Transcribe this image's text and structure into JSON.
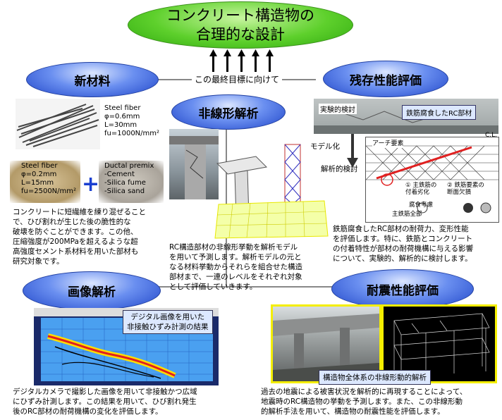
{
  "goal": {
    "line1": "コンクリート構造物の",
    "line2": "合理的な設計"
  },
  "toward_goal": "この最終目標に向けて",
  "topics": {
    "new_materials": "新材料",
    "residual": "残存性能評価",
    "nonlinear": "非線形解析",
    "image": "画像解析",
    "seismic": "耐震性能評価"
  },
  "steel_fiber_1": {
    "title": "Steel fiber",
    "l1": "φ=0.6mm",
    "l2": "L=30mm",
    "l3": "fu=1000N/mm²"
  },
  "steel_fiber_2": {
    "title": "Steel fiber",
    "l1": "φ=0.2mm",
    "l2": "L=15mm",
    "l3": "fu=2500N/mm²"
  },
  "ductal": {
    "title": "Ductal premix",
    "l1": "-Cement",
    "l2": "-Silica fume",
    "l3": "-Silica sand"
  },
  "plus": "+",
  "new_materials_desc": [
    "コンクリートに短繊維を練り混ぜること",
    "で、ひび割れが生じた後の脆性的な",
    "破壊を防ぐことができます。この他、",
    "圧縮強度が200MPaを超えるような超",
    "高強度セメント系材料を用いた部材も",
    "研究対象です。"
  ],
  "residual_labels": {
    "experimental": "実験的検討",
    "corroded": "鉄筋腐食したRC部材",
    "modeling": "モデル化",
    "analytical": "解析的検討",
    "cl": "C.L.",
    "arch": "アーチ要素",
    "bond": "① 主鉄筋の",
    "bond2": "付着劣化",
    "section": "② 鉄筋要素の",
    "section2": "断面欠損",
    "corr_consider": "腐食考慮",
    "all": "主鉄筋全部"
  },
  "residual_desc": [
    "鉄筋腐食したRC部材の耐荷力、変形性能",
    "を評価します。特に、鉄筋とコンクリート",
    "の付着特性が部材の耐荷機構に与える影響",
    "について、実験的、解析的に検討します。"
  ],
  "nonlinear_desc": [
    "RC構造部材の非線形挙動を解析モデル",
    "を用いて予測します。解析モデルの元と",
    "なる材料挙動からそれらを組合せた構造",
    "部材まで、一連のレベルをそれぞれ対象",
    "として評価していきます。"
  ],
  "image_label": {
    "l1": "デジタル画像を用いた",
    "l2": "非接触ひずみ計測の結果"
  },
  "image_desc": [
    "デジタルカメラで撮影した画像を用いて非接触かつ広域",
    "にひずみ計測します。この結果を用いて、ひび割れ発生",
    "後のRC部材の耐荷機構の変化を評価します。"
  ],
  "seismic_label": "構造物全体系の非線形動的解析",
  "seismic_desc": [
    "過去の地震による被害状況を解析的に再現することによって、",
    "地震時のRC構造物の挙動を予測します。また、この非線形動",
    "的解析手法を用いて、構造物の耐震性能を評価します。"
  ],
  "colors": {
    "goal_green": "#4cc21e",
    "oval_blue": "#2a52d8",
    "label_blue_box": "#dce8ff",
    "highlight_yellow": "#ffff00"
  }
}
